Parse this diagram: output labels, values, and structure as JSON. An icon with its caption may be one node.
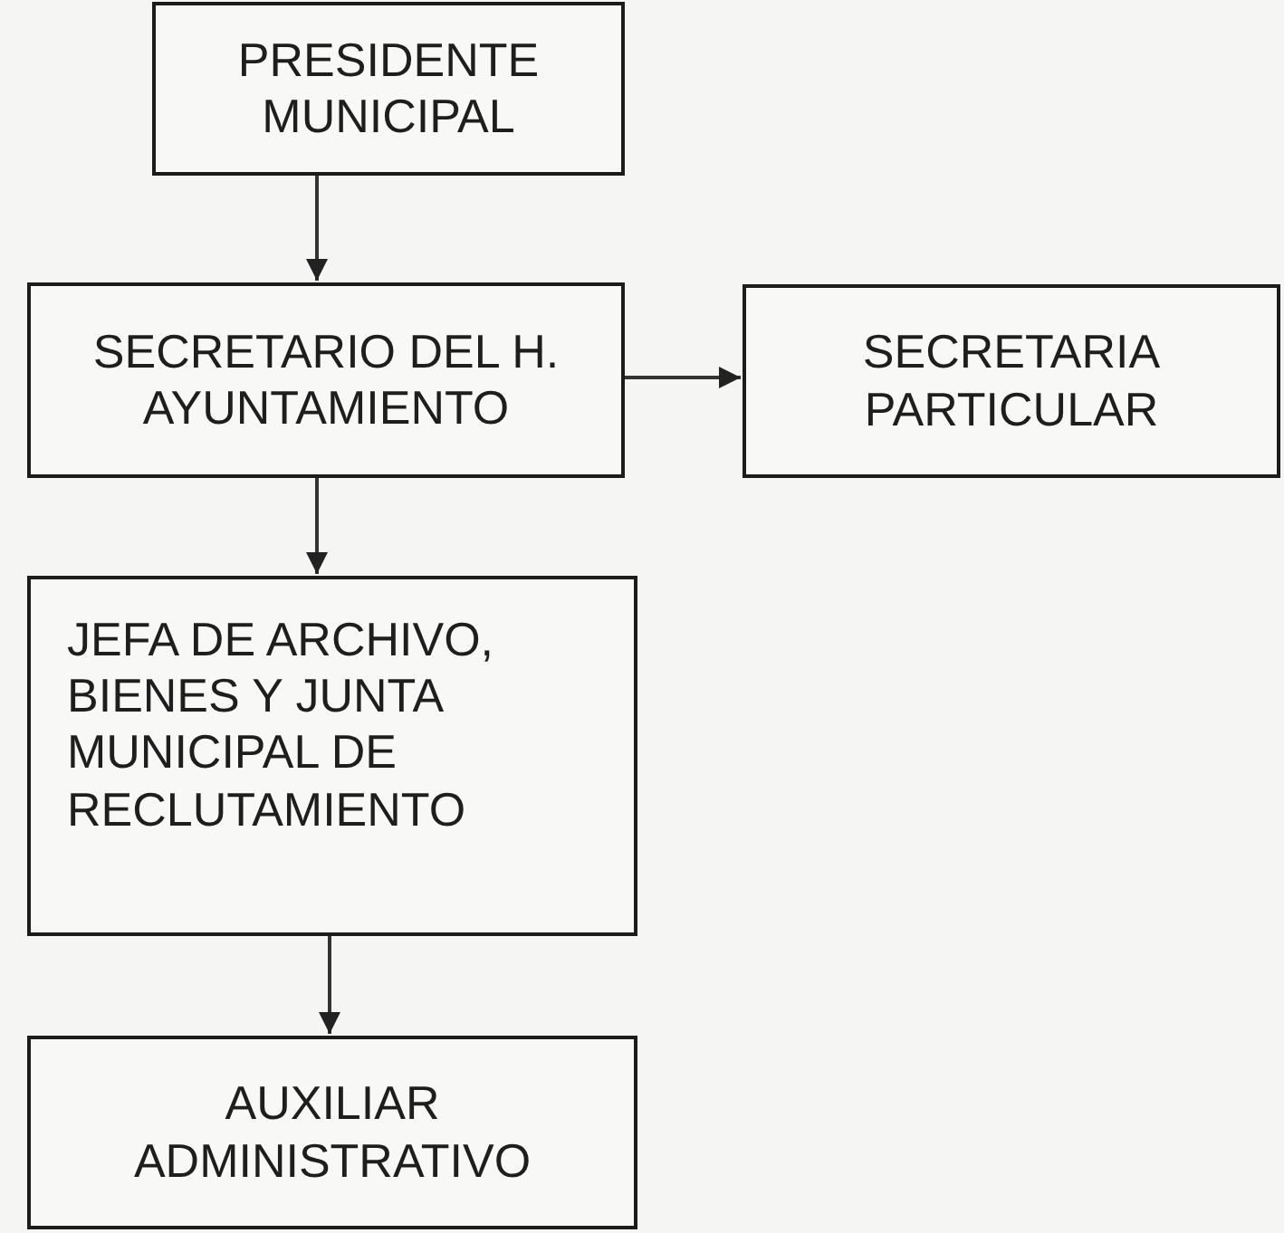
{
  "diagram": {
    "nodes": [
      {
        "text": [
          "PRESIDENTE MUNICIPAL"
        ]
      },
      {
        "text": [
          "SECRETARIO DEL H. AYUNTAMIENTO"
        ]
      },
      {
        "text": [
          "SECRETARIA PARTICULAR"
        ]
      },
      {
        "text": [
          "JEFA DE ARCHIVO, BIENES Y JUNTA MUNICIPAL DE RECLUTAMIENTO"
        ]
      },
      {
        "text": [
          "AUXILIAR ADMINISTRATIVO"
        ]
      }
    ],
    "edges": [
      {
        "from": 0,
        "to": 1,
        "arrow": "to"
      },
      {
        "from": 1,
        "to": 2,
        "arrow": "to"
      },
      {
        "from": 1,
        "to": 3,
        "arrow": "to"
      },
      {
        "from": 3,
        "to": 4,
        "arrow": "to"
      }
    ]
  }
}
